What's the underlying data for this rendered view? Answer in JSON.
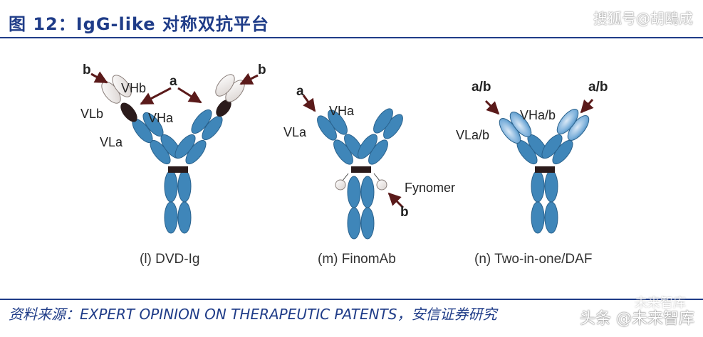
{
  "header": {
    "title": "图 12：IgG-like 对称双抗平台",
    "watermark": "搜狐号@胡鴎成"
  },
  "panels": [
    {
      "caption": "(l) DVD-Ig",
      "labels": {
        "b_left": "b",
        "a": "a",
        "b_right": "b",
        "vhb": "VHb",
        "vlb": "VLb",
        "vha": "VHa",
        "vla": "VLa"
      }
    },
    {
      "caption": "(m) FinomAb",
      "labels": {
        "a": "a",
        "vha": "VHa",
        "vla": "VLa",
        "fynomer": "Fynomer",
        "b": "b"
      }
    },
    {
      "caption": "(n) Two-in-one/DAF",
      "labels": {
        "ab_left": "a/b",
        "ab_right": "a/b",
        "vhab": "VHa/b",
        "vlab": "VLa/b"
      }
    }
  ],
  "footer": {
    "source": "资料来源：EXPERT OPINION ON THERAPEUTIC PATENTS，安信证券研究",
    "watermark_1": "未来智库",
    "watermark_2": "头条 @未来智库"
  },
  "colors": {
    "domain_blue": "#3f86b9",
    "domain_outline": "#2a628d",
    "hinge": "#2b1b1b",
    "title_blue": "#1f3c88",
    "arrow": "#5a1a1a"
  }
}
